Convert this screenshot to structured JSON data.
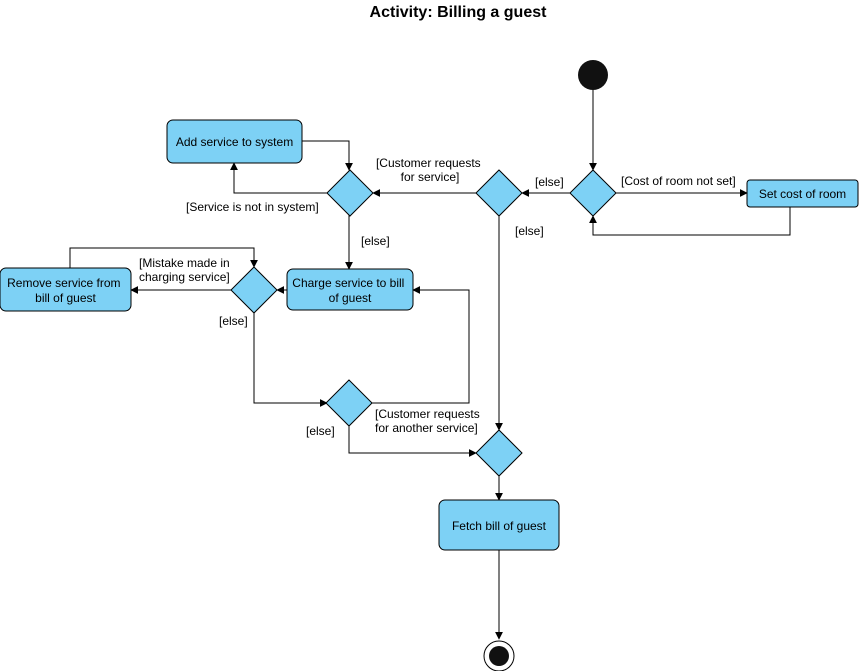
{
  "title": "Activity: Billing a guest",
  "colors": {
    "action_fill": "#7DD1F5",
    "decision_fill": "#7DD1F5",
    "stroke": "#000000",
    "start_fill": "#111111",
    "end_fill": "#111111"
  },
  "nodes": {
    "add_service": {
      "type": "action",
      "label": [
        "Add service to system"
      ]
    },
    "set_cost": {
      "type": "action",
      "label": [
        "Set cost of room"
      ]
    },
    "remove_service": {
      "type": "action",
      "label": [
        "Remove service from",
        "bill of guest"
      ]
    },
    "charge_service": {
      "type": "action",
      "label": [
        "Charge service to bill",
        "of guest"
      ]
    },
    "fetch_bill": {
      "type": "action",
      "label": [
        "Fetch bill of guest"
      ]
    },
    "d_cost": {
      "type": "decision"
    },
    "d_request": {
      "type": "decision"
    },
    "d_in_system": {
      "type": "decision"
    },
    "d_mistake": {
      "type": "decision"
    },
    "d_another": {
      "type": "decision"
    },
    "merge": {
      "type": "decision"
    },
    "start": {
      "type": "initial"
    },
    "end": {
      "type": "final"
    }
  },
  "guards": {
    "cost_not_set": [
      "[Cost of room not set]"
    ],
    "cost_else": [
      "[else]"
    ],
    "customer_requests": [
      "[Customer requests",
      "for service]"
    ],
    "request_else": [
      "[else]"
    ],
    "not_in_system": [
      "[Service is not in system]"
    ],
    "in_system_else": [
      "[else]"
    ],
    "mistake": [
      "[Mistake made in",
      "charging service]"
    ],
    "mistake_else": [
      "[else]"
    ],
    "another_service": [
      "[Customer requests",
      "for another service]"
    ],
    "another_else": [
      "[else]"
    ]
  }
}
